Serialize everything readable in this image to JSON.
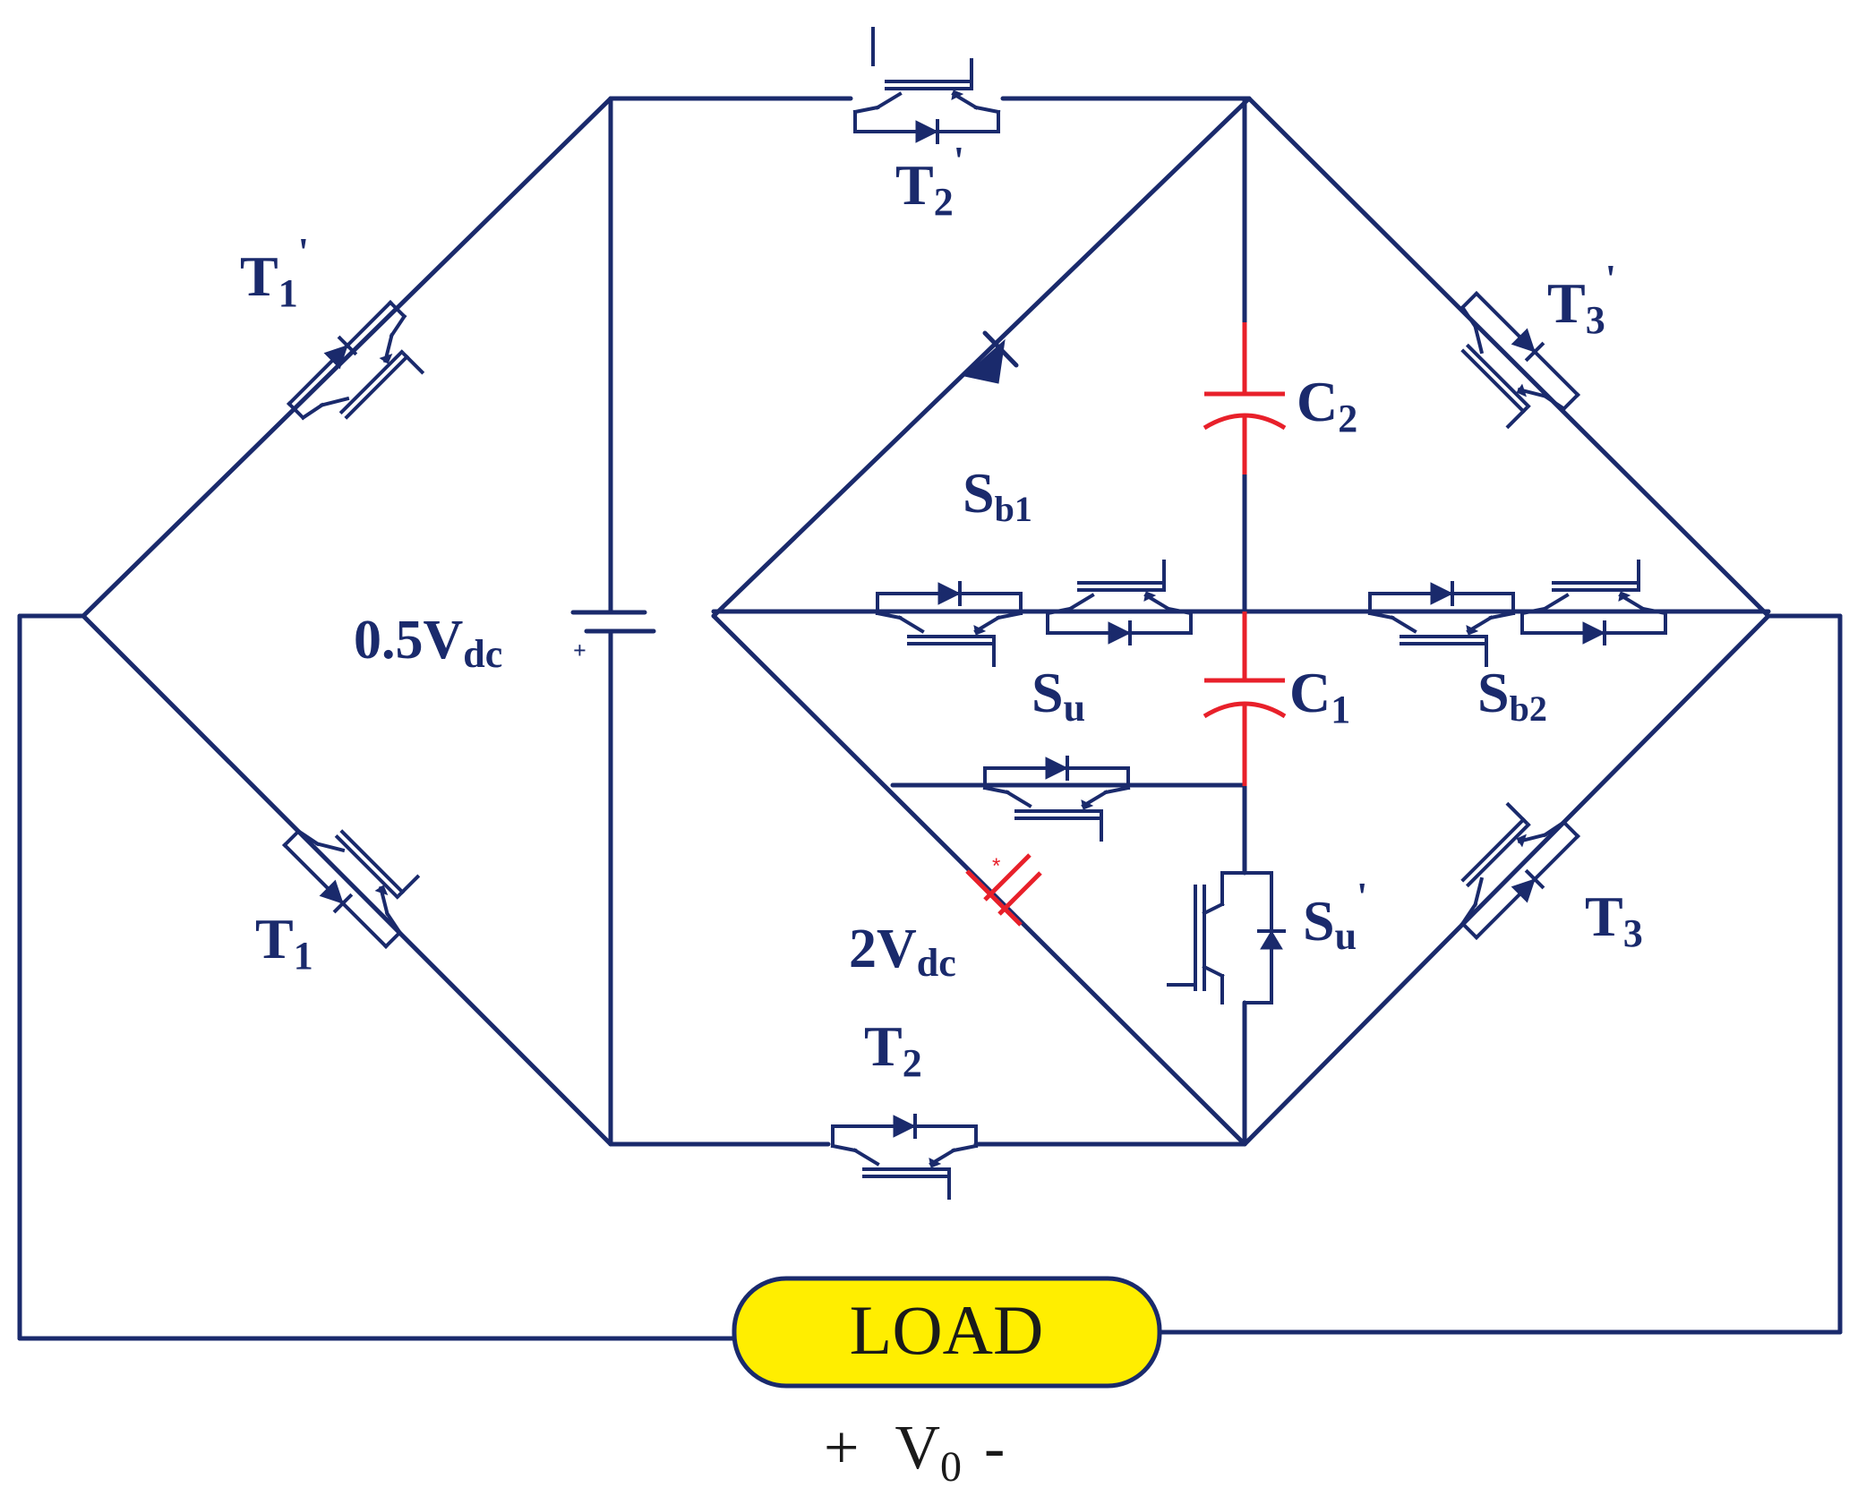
{
  "colors": {
    "wire": "#1a2a6c",
    "capacitor_highlight": "#e8202a",
    "load_fill": "#ffee00",
    "load_stroke": "#1a2a6c"
  },
  "labels": {
    "t1_prime": {
      "main": "T",
      "sub": "1",
      "sup": "'"
    },
    "t1": {
      "main": "T",
      "sub": "1"
    },
    "t2_prime": {
      "main": "T",
      "sub": "2",
      "sup": "'"
    },
    "t2": {
      "main": "T",
      "sub": "2"
    },
    "t3_prime": {
      "main": "T",
      "sub": "3",
      "sup": "'"
    },
    "t3": {
      "main": "T",
      "sub": "3"
    },
    "c2": {
      "main": "C",
      "sub": "2"
    },
    "c1": {
      "main": "C",
      "sub": "1"
    },
    "sb1": {
      "main": "S",
      "sub": "b1"
    },
    "sb2": {
      "main": "S",
      "sub": "b2"
    },
    "su": {
      "main": "S",
      "sub": "u"
    },
    "su_prime": {
      "main": "S",
      "sub": "u",
      "sup": "'"
    },
    "source_half": {
      "main": "0.5V",
      "sub": "dc"
    },
    "source_double": {
      "main": "2V",
      "sub": "dc"
    }
  },
  "load": {
    "label": "LOAD",
    "voltage": {
      "plus": "+",
      "main": "V",
      "sub": "0",
      "minus": "-"
    }
  },
  "icons": [
    "igbt-icon",
    "diode-icon",
    "capacitor-icon",
    "dc-source-icon",
    "load-icon"
  ]
}
